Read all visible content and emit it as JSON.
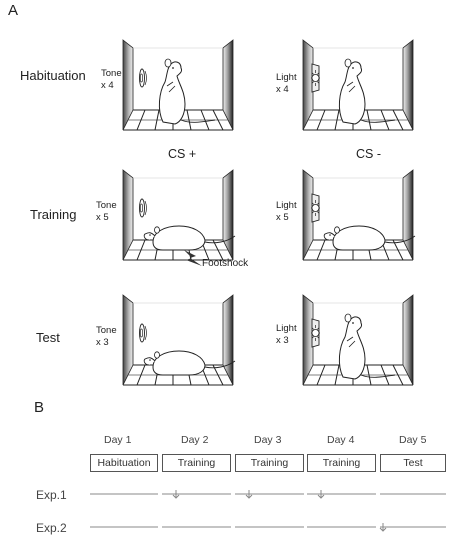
{
  "panel_a_label": "A",
  "panel_b_label": "B",
  "phases": [
    {
      "name": "Habituation",
      "cs_plus": "Tone\nx 4",
      "cs_minus": "Light\nx 4"
    },
    {
      "name": "Training",
      "cs_plus": "Tone\nx 5",
      "cs_minus": "Light\nx 5"
    },
    {
      "name": "Test",
      "cs_plus": "Tone\nx 3",
      "cs_minus": "Light\nx 3"
    }
  ],
  "column_headers": {
    "cs_plus": "CS +",
    "cs_minus": "CS -"
  },
  "footshock_label": "Footshock",
  "schedule": {
    "days": [
      "Day 1",
      "Day 2",
      "Day 3",
      "Day 4",
      "Day 5"
    ],
    "sessions": [
      "Habituation",
      "Training",
      "Training",
      "Training",
      "Test"
    ],
    "experiments": [
      {
        "name": "Exp.1",
        "arrow_days": [
          "Day 2",
          "Day 3",
          "Day 4"
        ]
      },
      {
        "name": "Exp.2",
        "arrow_days": [
          "Day 5"
        ]
      }
    ]
  },
  "colors": {
    "ink": "#222222",
    "line": "#555555",
    "muted": "#888888"
  }
}
